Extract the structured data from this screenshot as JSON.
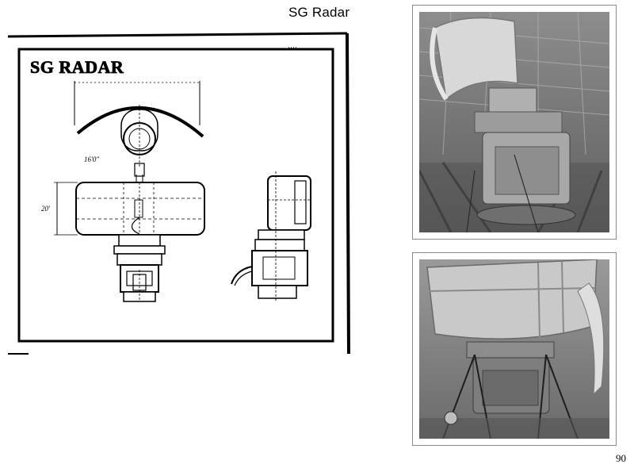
{
  "page": {
    "title": "SG Radar",
    "page_number": "90"
  },
  "drawing": {
    "heading": "SG RADAR",
    "dim_width": "16'0\"",
    "dim_height": "20'"
  },
  "photos": {
    "top": "radar-antenna-photo",
    "bottom": "radar-antenna-closeup-photo"
  }
}
